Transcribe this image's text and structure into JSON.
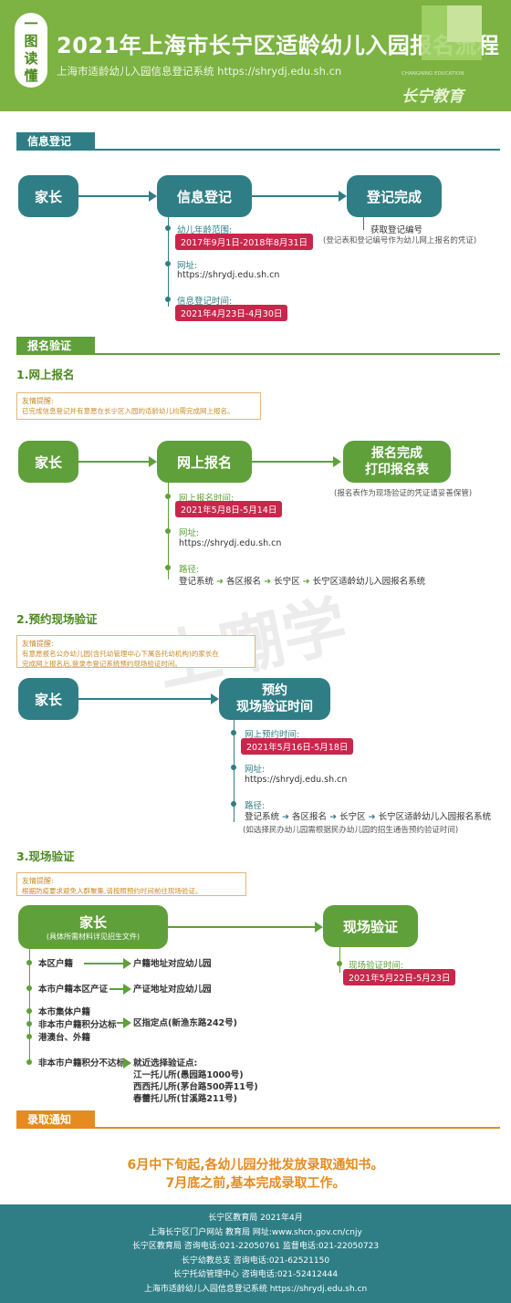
{
  "header": {
    "badge": [
      "一",
      "图",
      "读",
      "懂"
    ],
    "title": "2021年上海市长宁区适龄幼儿入园报名流程",
    "subtitle": "上海市适龄幼儿入园信息登记系统 https://shrydj.edu.sh.cn",
    "logo_text": "长宁教育",
    "logo_small": "CHANGNING EDUCATION"
  },
  "watermark": "上嘲学",
  "sections": {
    "info": "信息登记",
    "verify": "报名验证",
    "notify": "录取通知"
  },
  "info_flow": {
    "parent": "家长",
    "register": "信息登记",
    "done": "登记完成",
    "age_label": "幼儿年龄范围:",
    "age_value": "2017年9月1日-2018年8月31日",
    "url_label": "网址:",
    "url_value": "https://shrydj.edu.sh.cn",
    "time_label": "信息登记时间:",
    "time_value": "2021年4月23日-4月30日",
    "done_label": "获取登记编号",
    "done_note": "(登记表和登记编号作为幼儿网上报名的凭证)"
  },
  "online": {
    "title": "1.网上报名",
    "tip_title": "友情提醒:",
    "tip_text": "已完成信息登记并有意愿在长宁区入园的适龄幼儿均需完成网上报名。",
    "parent": "家长",
    "node": "网上报名",
    "done": [
      "报名完成",
      "打印报名表"
    ],
    "done_note": "(报名表作为现场验证的凭证请妥善保管)",
    "time_label": "网上报名时间:",
    "time_value": "2021年5月8日-5月14日",
    "url_label": "网址:",
    "url_value": "https://shrydj.edu.sh.cn",
    "path_label": "路径:",
    "path": [
      "登记系统",
      "各区报名",
      "长宁区",
      "长宁区适龄幼儿入园报名系统"
    ]
  },
  "appoint": {
    "title": "2.预约现场验证",
    "tip_title": "友情提醒:",
    "tip_text1": "有意愿报名公办幼儿园(含托幼管理中心下属各托幼机构)的家长在",
    "tip_text2": "完成网上报名后,登录市登记系统预约现场验证时间。",
    "parent": "家长",
    "node": [
      "预约",
      "现场验证时间"
    ],
    "time_label": "网上预约时间:",
    "time_value": "2021年5月16日-5月18日",
    "url_label": "网址:",
    "url_value": "https://shrydj.edu.sh.cn",
    "path_label": "路径:",
    "path": [
      "登记系统",
      "各区报名",
      "长宁区",
      "长宁区适龄幼儿入园报名系统"
    ],
    "path_note": "(如选择民办幼儿园需根据民办幼儿园的招生通告预约验证时间)"
  },
  "onsite": {
    "title": "3.现场验证",
    "tip_title": "友情提醒:",
    "tip_text": "根据防疫要求避免人群聚集,请按照预约时间前往现场验证。",
    "parent": "家长",
    "parent_note": "(具体所需材料详见招生文件)",
    "node": "现场验证",
    "time_label": "现场验证时间:",
    "time_value": "2021年5月22日-5月23日",
    "rows": [
      {
        "cat": "本区户籍",
        "dest": "户籍地址对应幼儿园"
      },
      {
        "cat": "本市户籍本区产证",
        "dest": "产证地址对应幼儿园"
      }
    ],
    "group": [
      "本市集体户籍",
      "非本市户籍积分达标",
      "港澳台、外籍"
    ],
    "group_dest": "区指定点(新渔东路242号)",
    "last_cat": "非本市户籍积分不达标",
    "last_dest": [
      "就近选择验证点:",
      "江一托儿所(愚园路1000号)",
      "西西托儿所(茅台路500弄11号)",
      "春蕾托儿所(甘溪路211号)"
    ]
  },
  "notice": [
    "6月中下旬起,各幼儿园分批发放录取通知书。",
    "7月底之前,基本完成录取工作。"
  ],
  "footer": [
    "长宁区教育局  2021年4月",
    "上海长宁区门户网站  教育局  网址:www.shcn.gov.cn/cnjy",
    "长宁区教育局  咨询电话:021-22050761     监督电话:021-22050723",
    "长宁幼教总支  咨询电话:021-62521150",
    "长宁托幼管理中心  咨询电话:021-52412444",
    "上海市适龄幼儿入园信息登记系统  https://shrydj.edu.sh.cn"
  ],
  "colors": {
    "teal": "#2f7e86",
    "green": "#5fa03a",
    "header": "#7cb342",
    "red": "#c9264b",
    "orange": "#e58b1f"
  }
}
